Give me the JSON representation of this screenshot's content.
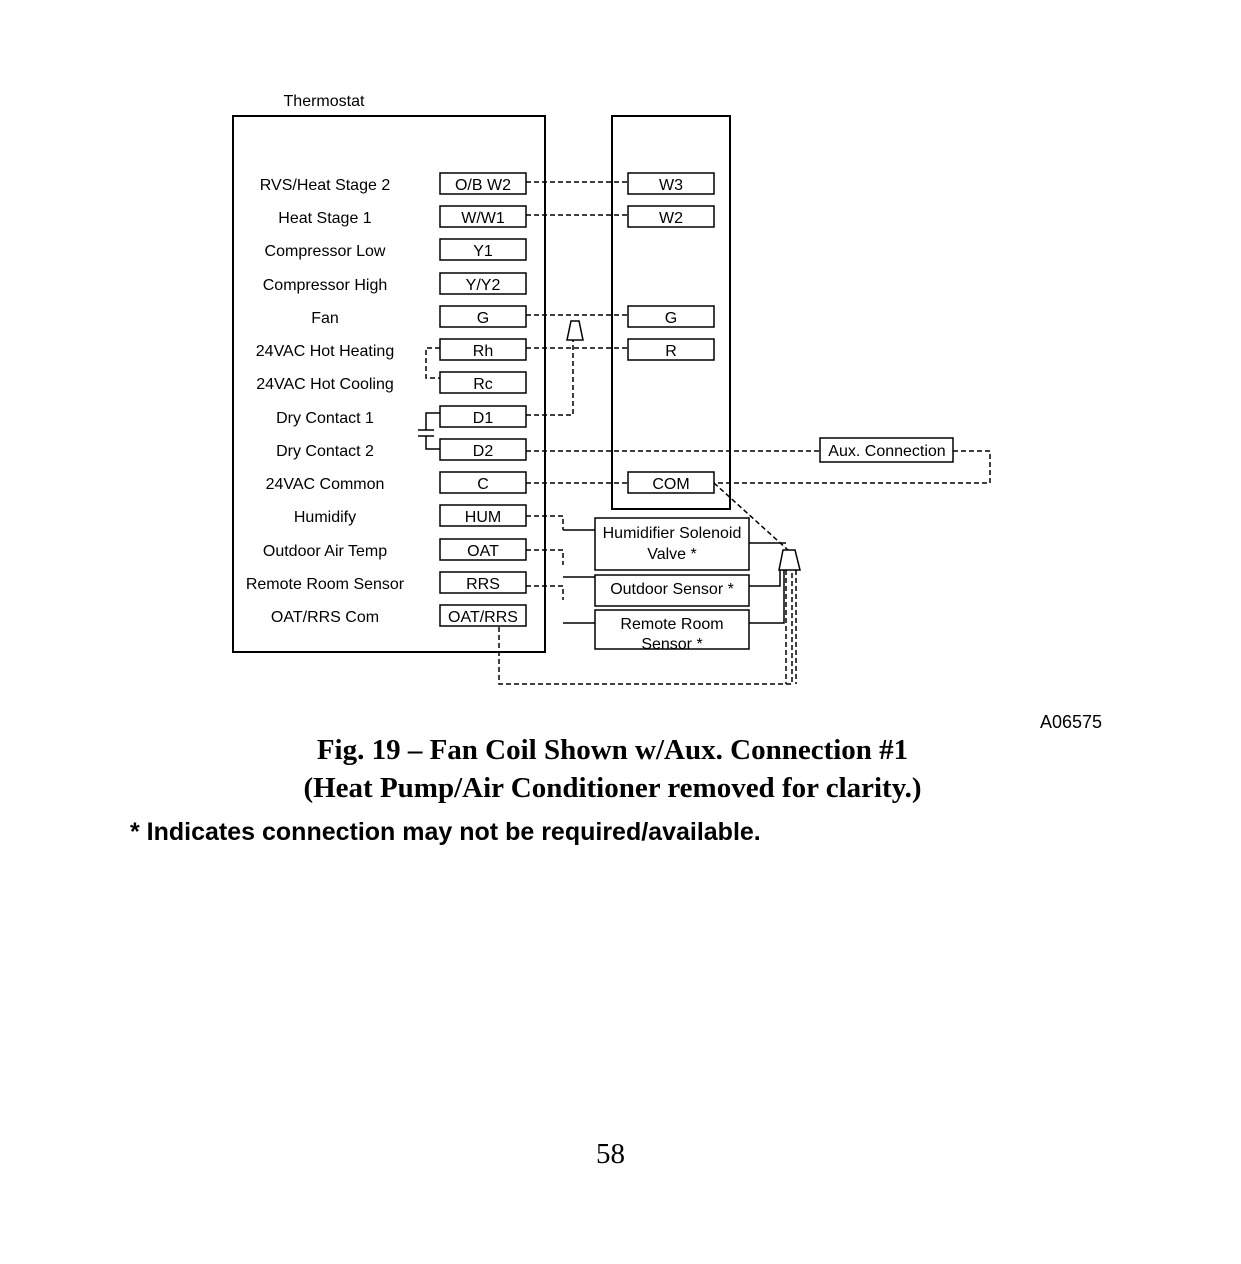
{
  "thermostat": {
    "title": "Thermostat",
    "rows": [
      {
        "label": "RVS/Heat Stage 2",
        "terminal": "O/B W2"
      },
      {
        "label": "Heat Stage 1",
        "terminal": "W/W1"
      },
      {
        "label": "Compressor Low",
        "terminal": "Y1"
      },
      {
        "label": "Compressor High",
        "terminal": "Y/Y2"
      },
      {
        "label": "Fan",
        "terminal": "G"
      },
      {
        "label": "24VAC Hot Heating",
        "terminal": "Rh"
      },
      {
        "label": "24VAC Hot Cooling",
        "terminal": "Rc"
      },
      {
        "label": "Dry Contact 1",
        "terminal": "D1"
      },
      {
        "label": "Dry Contact 2",
        "terminal": "D2"
      },
      {
        "label": "24VAC Common",
        "terminal": "C"
      },
      {
        "label": "Humidify",
        "terminal": "HUM"
      },
      {
        "label": "Outdoor Air Temp",
        "terminal": "OAT"
      },
      {
        "label": "Remote Room Sensor",
        "terminal": "RRS"
      },
      {
        "label": "OAT/RRS Com",
        "terminal": "OAT/RRS"
      }
    ]
  },
  "fan_coil": {
    "terminals": [
      "W3",
      "W2",
      "G",
      "R",
      "COM"
    ]
  },
  "accessories": {
    "aux_connection": "Aux. Connection",
    "humidifier_line1": "Humidifier Solenoid",
    "humidifier_line2": "Valve  *",
    "outdoor_sensor": "Outdoor Sensor *",
    "remote_line1": "Remote Room",
    "remote_line2": "Sensor *"
  },
  "figure_code": "A06575",
  "caption": {
    "title": "Fig. 19 – Fan Coil Shown w/Aux. Connection #1",
    "subtitle": "(Heat Pump/Air Conditioner removed for clarity.)"
  },
  "footnote": "* Indicates connection may not be required/available.",
  "page_number": "58"
}
